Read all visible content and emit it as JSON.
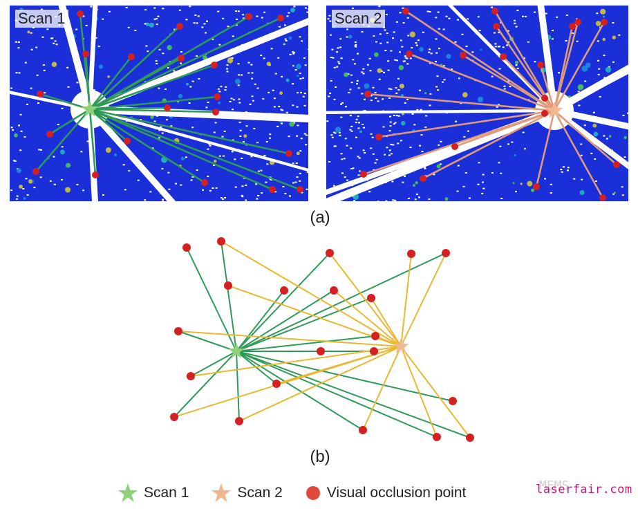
{
  "figure": {
    "panel_a": {
      "scan1_label": "Scan 1",
      "scan2_label": "Scan 2",
      "caption": "(a)"
    },
    "panel_b": {
      "caption": "(b)"
    },
    "legend": {
      "scan1": "Scan 1",
      "scan2": "Scan 2",
      "occlusion": "Visual occlusion point"
    },
    "watermark": "MEMS",
    "brand": "laserfair.com"
  },
  "colors": {
    "scan1_line": "#2e9a58",
    "scan2_line": "#e8b830",
    "scan2_line_a": "#e09a7a",
    "occlusion_point": "#d42020",
    "scan1_star": "#8fd07a",
    "scan2_star": "#f0b890",
    "cloud_blue": "#1a2fd8"
  }
}
